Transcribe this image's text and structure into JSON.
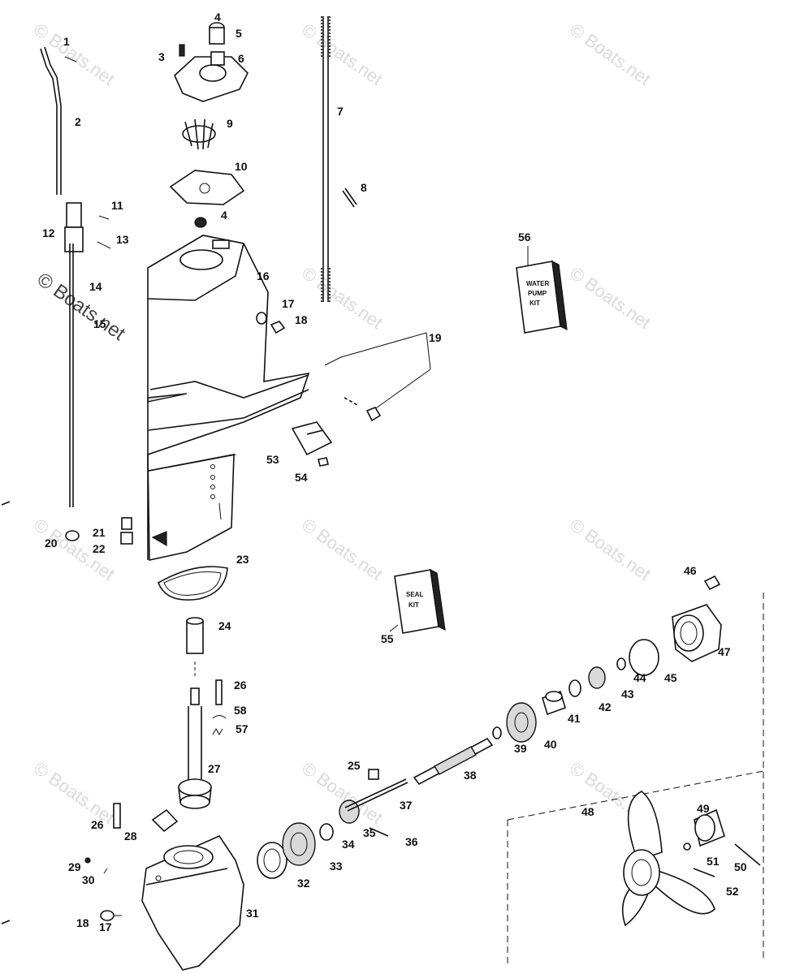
{
  "watermark": {
    "text": "© Boats.net"
  },
  "callouts": {
    "c1": "1",
    "c2": "2",
    "c3": "3",
    "c4a": "4",
    "c4b": "4",
    "c5": "5",
    "c6": "6",
    "c7": "7",
    "c8": "8",
    "c9": "9",
    "c10": "10",
    "c11": "11",
    "c12": "12",
    "c13": "13",
    "c14": "14",
    "c15": "15",
    "c16": "16",
    "c17a": "17",
    "c18a": "18",
    "c19": "19",
    "c20": "20",
    "c21": "21",
    "c22": "22",
    "c23": "23",
    "c24": "24",
    "c25": "25",
    "c26a": "26",
    "c26b": "26",
    "c27": "27",
    "c28": "28",
    "c29": "29",
    "c30": "30",
    "c31": "31",
    "c32": "32",
    "c33": "33",
    "c34": "34",
    "c35": "35",
    "c36": "36",
    "c37": "37",
    "c38": "38",
    "c39": "39",
    "c40": "40",
    "c41": "41",
    "c42": "42",
    "c43": "43",
    "c44": "44",
    "c45": "45",
    "c46": "46",
    "c47": "47",
    "c48": "48",
    "c49": "49",
    "c50": "50",
    "c51": "51",
    "c52": "52",
    "c53": "53",
    "c54": "54",
    "c55": "55",
    "c56": "56",
    "c57": "57",
    "c58": "58",
    "c17b": "17",
    "c18b": "18"
  },
  "kits": {
    "water_pump": {
      "line1": "WATER",
      "line2": "PUMP",
      "line3": "KIT"
    },
    "seal": {
      "line1": "SEAL",
      "line2": "KIT"
    }
  }
}
